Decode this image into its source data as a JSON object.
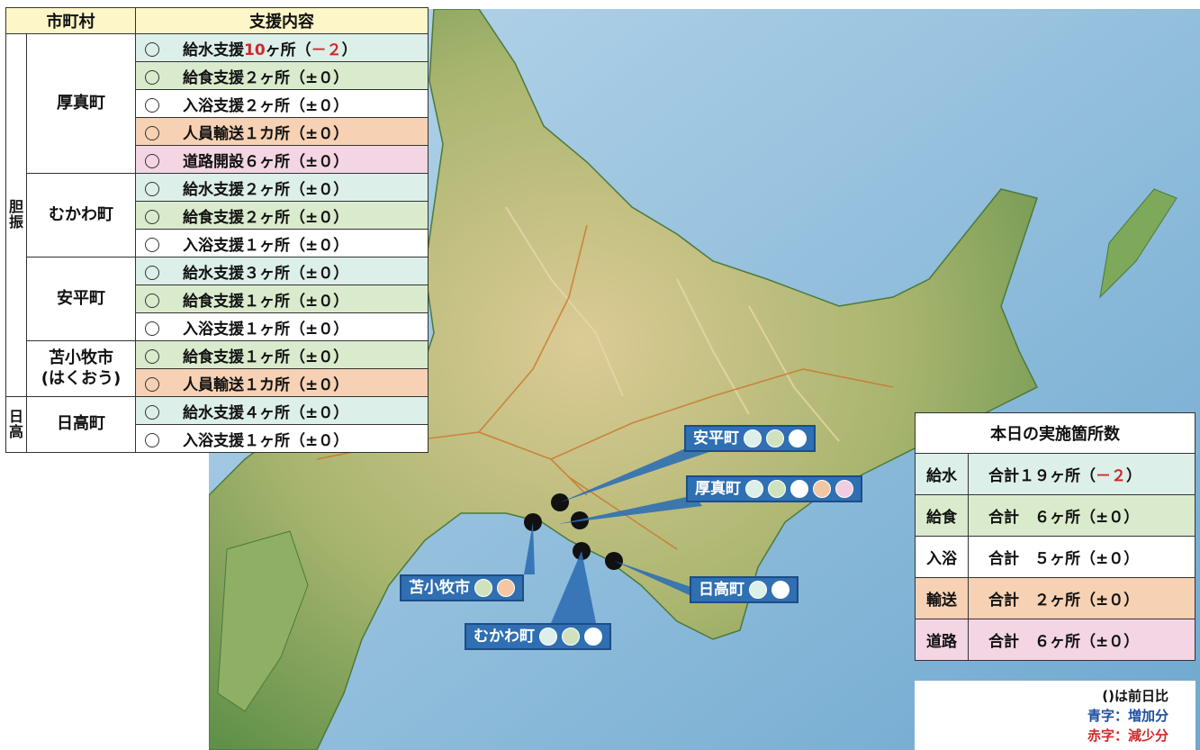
{
  "support_table": {
    "headers": {
      "municipality": "市町村",
      "content": "支援内容"
    },
    "regions": {
      "iburi": "胆振",
      "hidaka": "日高"
    },
    "towns": {
      "atsuma": "厚真町",
      "mukawa": "むかわ町",
      "abira": "安平町",
      "tomakomai_line1": "苫小牧市",
      "tomakomai_line2": "(はくおう)",
      "hidaka": "日高町"
    },
    "rows": [
      {
        "text": "給水支援",
        "count": "10",
        "unit": "ヶ所（",
        "change": "－２",
        "close": "）"
      },
      {
        "text": "給食支援２ヶ所（±０）"
      },
      {
        "text": "入浴支援２ヶ所（±０）"
      },
      {
        "text": "人員輸送１カ所（±０）"
      },
      {
        "text": "道路開設６ヶ所（±０）"
      },
      {
        "text": "給水支援２ヶ所（±０）"
      },
      {
        "text": "給食支援２ヶ所（±０）"
      },
      {
        "text": "入浴支援１ヶ所（±０）"
      },
      {
        "text": "給水支援３ヶ所（±０）"
      },
      {
        "text": "給食支援１ヶ所（±０）"
      },
      {
        "text": "入浴支援１ヶ所（±０）"
      },
      {
        "text": "給食支援１ヶ所（±０）"
      },
      {
        "text": "人員輸送１カ所（±０）"
      },
      {
        "text": "給水支援４ヶ所（±０）"
      },
      {
        "text": "入浴支援１ヶ所（±０）"
      }
    ]
  },
  "totals": {
    "title": "本日の実施箇所数",
    "rows": [
      {
        "category": "給水",
        "prefix": "合計１９ヶ所（",
        "change": "－２",
        "suffix": "）"
      },
      {
        "category": "給食",
        "value": "合計　６ヶ所（±０）"
      },
      {
        "category": "入浴",
        "value": "合計　５ヶ所（±０）"
      },
      {
        "category": "輸送",
        "value": "合計　２ヶ所（±０）"
      },
      {
        "category": "道路",
        "value": "合計　６ヶ所（±０）"
      }
    ]
  },
  "notes": {
    "comparison": "()は前日比",
    "blue_text": "青字：増加分",
    "red_text": "赤字：減少分"
  },
  "callouts": {
    "abira": "安平町",
    "atsuma": "厚真町",
    "tomakomai": "苫小牧市",
    "mukawa": "むかわ町",
    "hidaka": "日高町"
  },
  "colors": {
    "water": "#dcefe9",
    "food": "#d9ebcc",
    "bath": "#ffffff",
    "transport": "#f6d1b3",
    "road": "#f3d5e3",
    "decrease": "#d0282c",
    "increase": "#1e4fa0",
    "callout": "#2f6fb2"
  }
}
